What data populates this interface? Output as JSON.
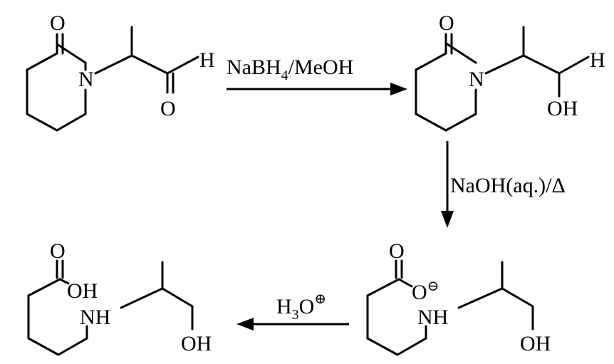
{
  "reactions": [
    {
      "reagent": "NaBH",
      "reagent_sub": "4",
      "reagent_tail": "/MeOH"
    },
    {
      "reagent": "NaOH(aq.)/Δ"
    },
    {
      "reagent": "H",
      "reagent_sub": "3",
      "reagent_tail": "O",
      "charge": "⊕"
    }
  ],
  "atoms": {
    "O": "O",
    "N": "N",
    "H": "H",
    "OH": "OH",
    "NH": "NH",
    "O_minus": "O",
    "minus_charge": "⊖"
  }
}
